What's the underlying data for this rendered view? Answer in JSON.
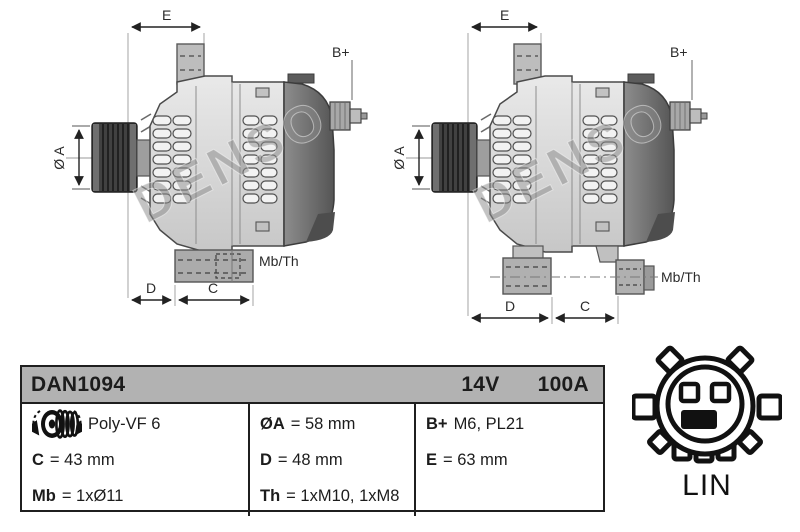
{
  "drawings": {
    "watermark": "DENSO",
    "left": {
      "dim_e": "E",
      "dim_b_plus": "B+",
      "dim_dia_a": "Ø A",
      "dim_d": "D",
      "dim_c": "C",
      "label_mb_th": "Mb/Th"
    },
    "right": {
      "dim_e": "E",
      "dim_b_plus": "B+",
      "dim_dia_a": "Ø A",
      "dim_d": "D",
      "dim_c": "C",
      "label_mb_th": "Mb/Th"
    }
  },
  "spec_table": {
    "part_number": "DAN1094",
    "voltage": "14V",
    "current": "100A",
    "col1": {
      "row1": {
        "label": "",
        "value": "Poly-VF 6"
      },
      "row2": {
        "label": "C",
        "value": "= 43 mm"
      },
      "row3": {
        "label": "Mb",
        "value": "= 1xØ11"
      }
    },
    "col2": {
      "row1": {
        "label": "ØA",
        "value": "= 58 mm"
      },
      "row2": {
        "label": "D",
        "value": "= 48 mm"
      },
      "row3": {
        "label": "Th",
        "value": "= 1xM10, 1xM8"
      }
    },
    "col3": {
      "row1": {
        "label": "B+",
        "value": "M6, PL21"
      },
      "row2": {
        "label": "E",
        "value": "= 63 mm"
      },
      "row3": {
        "label": "",
        "value": ""
      }
    }
  },
  "connector": {
    "type_label": "LIN"
  }
}
